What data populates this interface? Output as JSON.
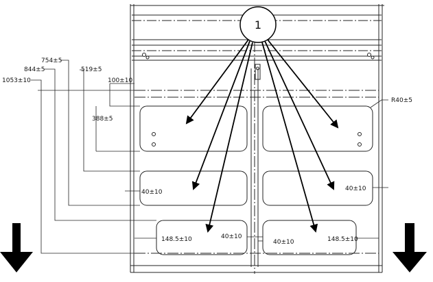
{
  "callout": {
    "number": "1"
  },
  "dimensions": {
    "d1053": "1053±10",
    "d844": "844±5",
    "d754": "754±5",
    "d519": "519±5",
    "d100": "100±10",
    "d388": "388±5",
    "r40": "R40±5",
    "d40_left": "40±10",
    "d40_right": "40±10",
    "d148_left": "148.5±10",
    "d40_center_a": "40±10",
    "d40_center_b": "40±10",
    "d148_right": "148.5±10"
  },
  "icons": {
    "left_arrow": "down-arrow-icon",
    "right_arrow": "down-arrow-icon"
  }
}
